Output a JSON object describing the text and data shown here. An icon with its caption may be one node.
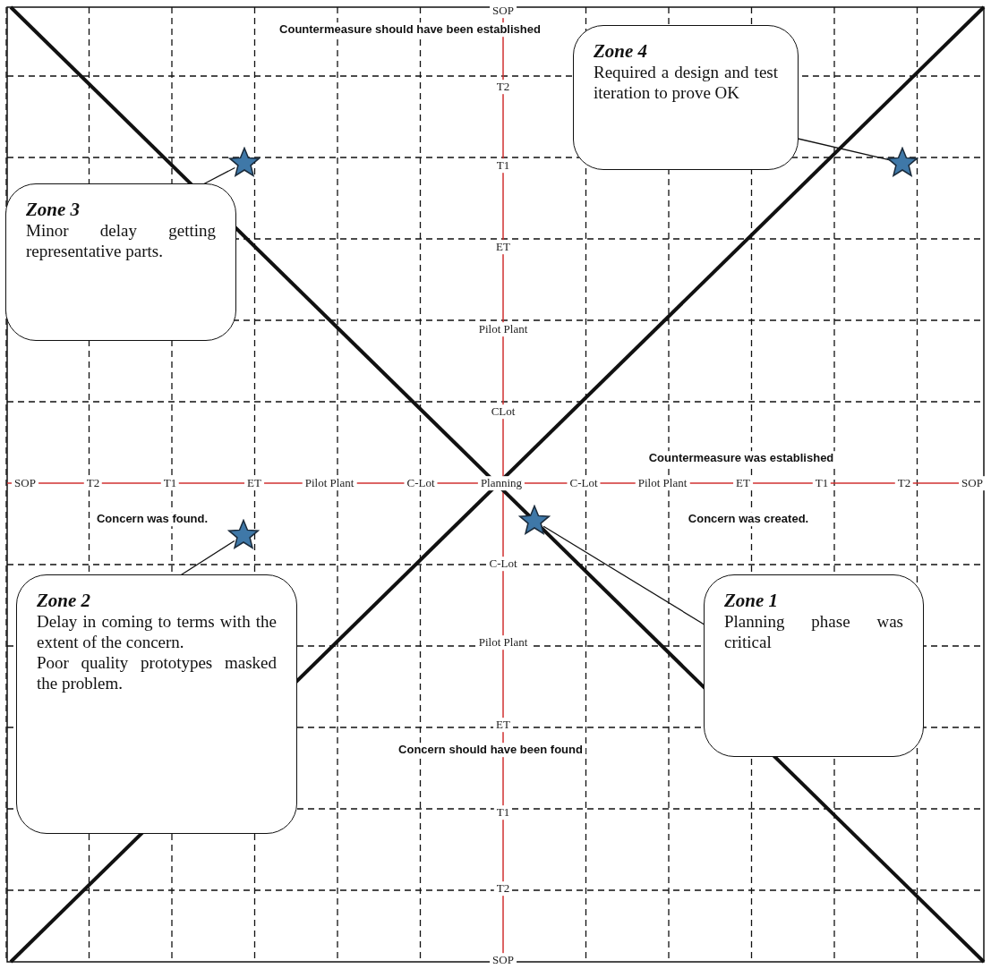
{
  "diagram": {
    "nodes": [
      {
        "text": [
          "Zone 4",
          "Required a design and test iteration to prove OK"
        ]
      },
      {
        "text": [
          "Zone 3",
          "Minor delay getting representative parts."
        ]
      },
      {
        "text": [
          "Zone 2",
          "Delay in coming to terms with the extent of the concern.",
          "Poor quality prototypes masked the problem."
        ]
      },
      {
        "text": [
          "Zone 1",
          "Planning phase was critical"
        ]
      },
      {
        "text": [],
        "shape": "star"
      },
      {
        "text": [],
        "shape": "star"
      },
      {
        "text": [],
        "shape": "star"
      },
      {
        "text": [],
        "shape": "star"
      }
    ],
    "edges": [
      {
        "from": 0,
        "to": 5,
        "arrow": "none"
      },
      {
        "from": 1,
        "to": 4,
        "arrow": "none"
      },
      {
        "from": 2,
        "to": 6,
        "arrow": "none"
      },
      {
        "from": 3,
        "to": 7,
        "arrow": "none"
      }
    ],
    "labels": [
      "SOP",
      "Countermeasure should have been established",
      "T2",
      "T1",
      "ET",
      "Pilot Plant",
      "CLot",
      "Countermeasure was established",
      "SOP",
      "T2",
      "T1",
      "ET",
      "Pilot Plant",
      "C-Lot",
      "Planning",
      "C-Lot",
      "Pilot Plant",
      "ET",
      "T1",
      "T2",
      "SOP",
      "Concern was found.",
      "Concern was created.",
      "C-Lot",
      "Pilot Plant",
      "ET",
      "Concern should have been found",
      "T1",
      "T2",
      "SOP"
    ]
  }
}
